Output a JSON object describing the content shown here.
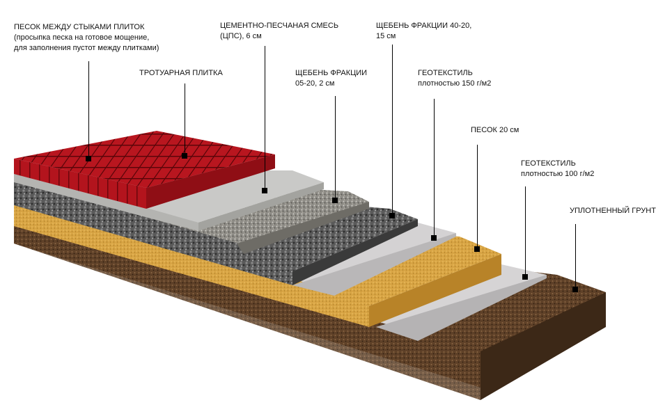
{
  "diagram": {
    "layers": [
      {
        "id": "joint-sand",
        "title": "ПЕСОК МЕЖДУ СТЫКАМИ ПЛИТОК",
        "subtitle": "(просыпка песка на готовое мощение,",
        "subtitle2": "для заполнения пустот между плитками)"
      },
      {
        "id": "paving-tile",
        "title": "ТРОТУАРНАЯ ПЛИТКА",
        "subtitle": "",
        "subtitle2": ""
      },
      {
        "id": "cement-sand-mix",
        "title": "ЦЕМЕНТНО-ПЕСЧАНАЯ СМЕСЬ",
        "subtitle": "(ЦПС), 6 см",
        "subtitle2": ""
      },
      {
        "id": "fine-gravel",
        "title": "ЩЕБЕНЬ ФРАКЦИИ",
        "subtitle": "05-20, 2 см",
        "subtitle2": ""
      },
      {
        "id": "coarse-gravel",
        "title": "ЩЕБЕНЬ ФРАКЦИИ 40-20,",
        "subtitle": "15 см",
        "subtitle2": ""
      },
      {
        "id": "geotextile-150",
        "title": "ГЕОТЕКСТИЛЬ",
        "subtitle": "плотностью 150 г/м2",
        "subtitle2": ""
      },
      {
        "id": "sand",
        "title": "ПЕСОК 20 см",
        "subtitle": "",
        "subtitle2": ""
      },
      {
        "id": "geotextile-100",
        "title": "ГЕОТЕКСТИЛЬ",
        "subtitle": "плотностью 100 г/м2",
        "subtitle2": ""
      },
      {
        "id": "compacted-soil",
        "title": "УПЛОТНЕННЫЙ ГРУНТ",
        "subtitle": "",
        "subtitle2": ""
      }
    ]
  },
  "colors": {
    "tile": "#b0141c",
    "tile_dark": "#7a0a10",
    "tile_grid": "#5a0509",
    "cement": "#c9c9c7",
    "cement_side": "#a9a9a6",
    "gravel_fine": "#9c9a94",
    "gravel_coarse": "#5e5e5e",
    "geotextile": "#d4d2d3",
    "geotextile_side": "#b9b7b8",
    "sand": "#d9a545",
    "sand_side": "#b88328",
    "soil": "#6b4a2e",
    "soil_side": "#3c2817",
    "marker": "#000000"
  }
}
